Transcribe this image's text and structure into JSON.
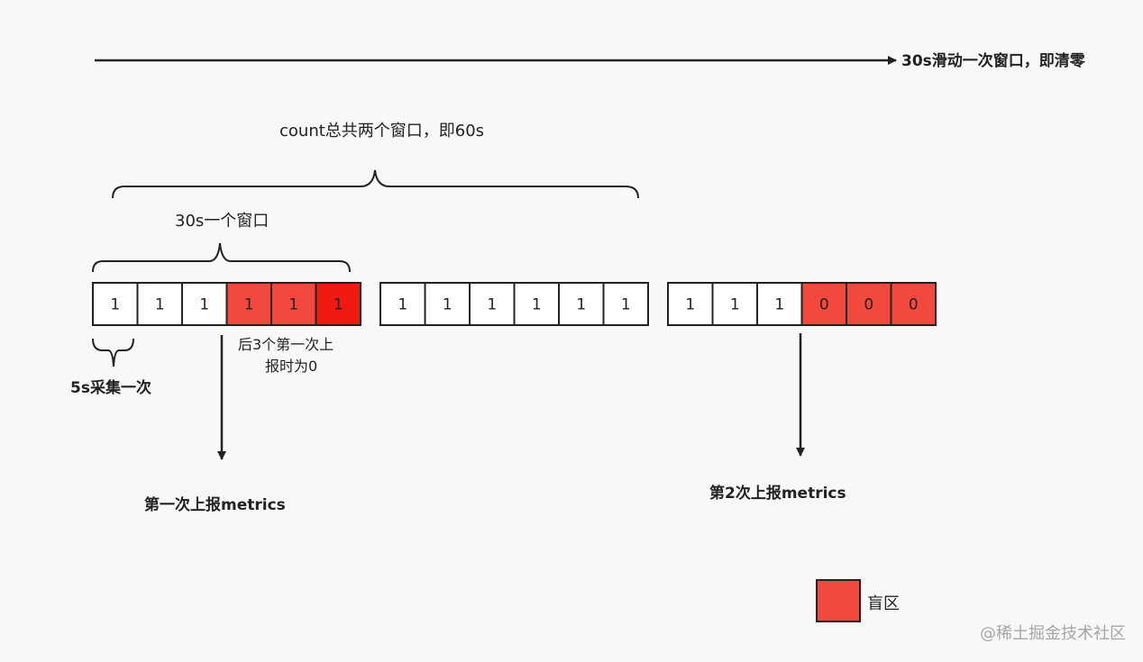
{
  "colors": {
    "background": "#f8f8f8",
    "line": "#222222",
    "cell_fill": "#ffffff",
    "cell_blind": "#f2483d",
    "cell_blind_strong": "#f01a12",
    "watermark": "#a6a6a6"
  },
  "labels": {
    "timeline": "30s滑动一次窗口，即清零",
    "count_window": "count总共两个窗口，即60s",
    "one_window": "30s一个窗口",
    "sample_interval": "5s采集一次",
    "note_line1": "后3个第一次上",
    "note_line2": "报时为0",
    "report1": "第一次上报metrics",
    "report2": "第2次上报metrics",
    "legend_blind": "盲区",
    "watermark": "@稀土掘金技术社区"
  },
  "groups": [
    {
      "name": "window-1",
      "cells": [
        {
          "value": "1",
          "state": "normal"
        },
        {
          "value": "1",
          "state": "normal"
        },
        {
          "value": "1",
          "state": "normal"
        },
        {
          "value": "1",
          "state": "blind"
        },
        {
          "value": "1",
          "state": "blind"
        },
        {
          "value": "1",
          "state": "blind-strong"
        }
      ]
    },
    {
      "name": "window-2",
      "cells": [
        {
          "value": "1",
          "state": "normal"
        },
        {
          "value": "1",
          "state": "normal"
        },
        {
          "value": "1",
          "state": "normal"
        },
        {
          "value": "1",
          "state": "normal"
        },
        {
          "value": "1",
          "state": "normal"
        },
        {
          "value": "1",
          "state": "normal"
        }
      ]
    },
    {
      "name": "window-3",
      "cells": [
        {
          "value": "1",
          "state": "normal"
        },
        {
          "value": "1",
          "state": "normal"
        },
        {
          "value": "1",
          "state": "normal"
        },
        {
          "value": "0",
          "state": "blind"
        },
        {
          "value": "0",
          "state": "blind"
        },
        {
          "value": "0",
          "state": "blind"
        }
      ]
    }
  ]
}
